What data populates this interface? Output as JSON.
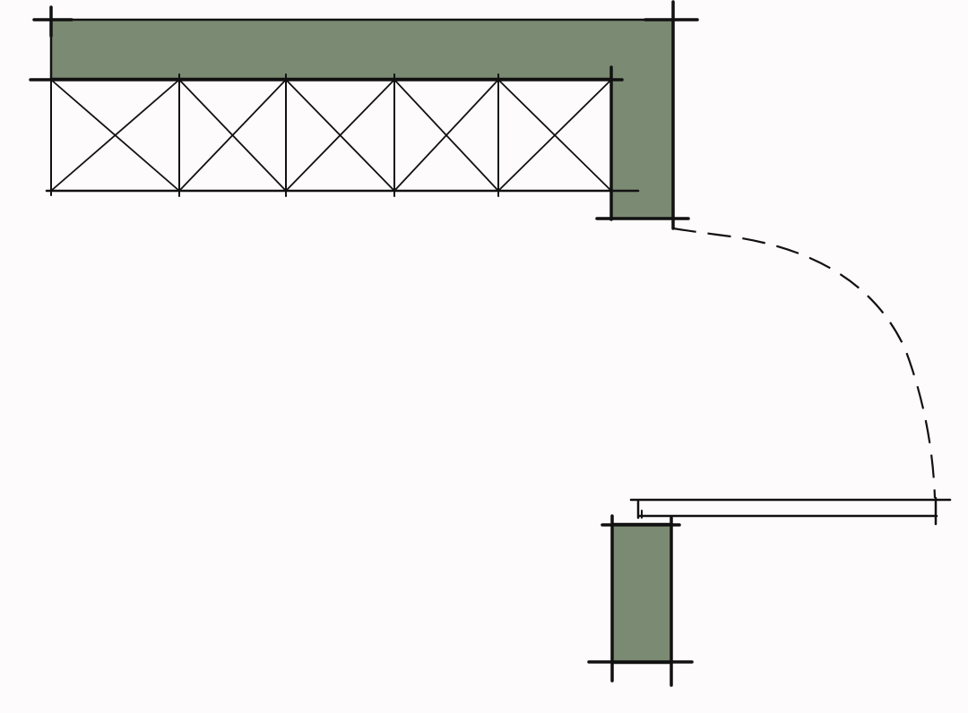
{
  "drawing": {
    "kind": "floor-plan-sketch",
    "colors": {
      "wall_fill": "#7b8a72",
      "ink": "#111111",
      "paper": "#fdfbfb"
    },
    "elements": [
      {
        "id": "wall-top",
        "type": "wall"
      },
      {
        "id": "wall-corner-return",
        "type": "wall"
      },
      {
        "id": "wall-lower-stub",
        "type": "wall"
      },
      {
        "id": "cabinet-run",
        "type": "cabinet",
        "cabinet_units": 5
      },
      {
        "id": "door",
        "type": "door",
        "swing": "dashed-arc"
      }
    ]
  }
}
